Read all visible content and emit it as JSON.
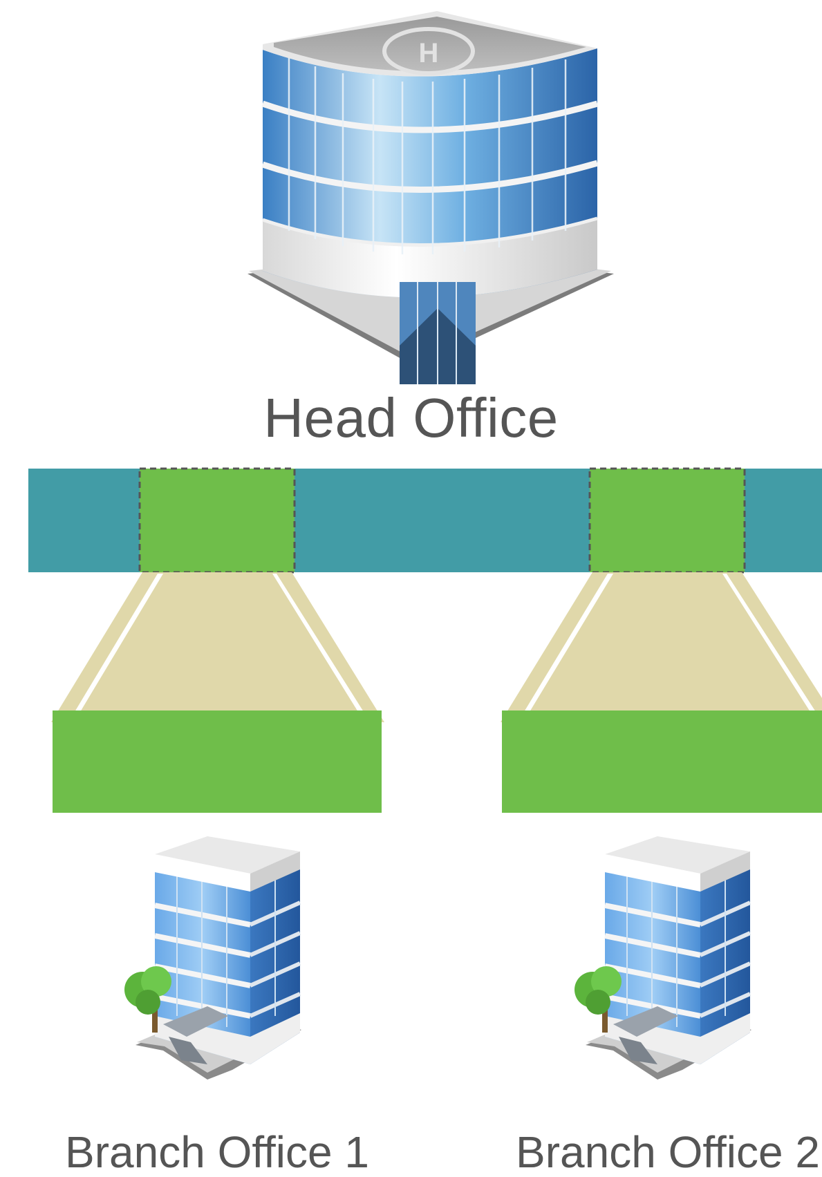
{
  "head_office": {
    "label": "Head Office",
    "icon": "office-building-helipad-icon"
  },
  "branches": [
    {
      "label": "Branch Office 1",
      "icon": "office-building-icon"
    },
    {
      "label": "Branch Office 2",
      "icon": "office-building-icon"
    }
  ],
  "colors": {
    "network_band": "#429ca6",
    "link_block": "#6fbe4a",
    "connector_trapezoid": "#e0d8aa",
    "connector_highlight": "#ffffff",
    "dashed_outline": "#555555",
    "label_text": "#555555",
    "glass_blue": "#5a9fd8",
    "building_white": "#eeeeee",
    "tree_green": "#5cb43c"
  }
}
